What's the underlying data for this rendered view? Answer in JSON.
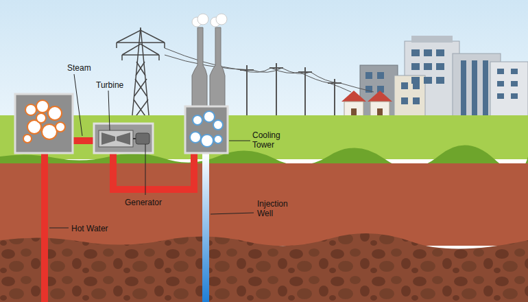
{
  "diagram": {
    "labels": [
      "Steam",
      "Turbine",
      "Generator",
      "Cooling Tower",
      "Hot Water",
      "Injection Well"
    ]
  }
}
